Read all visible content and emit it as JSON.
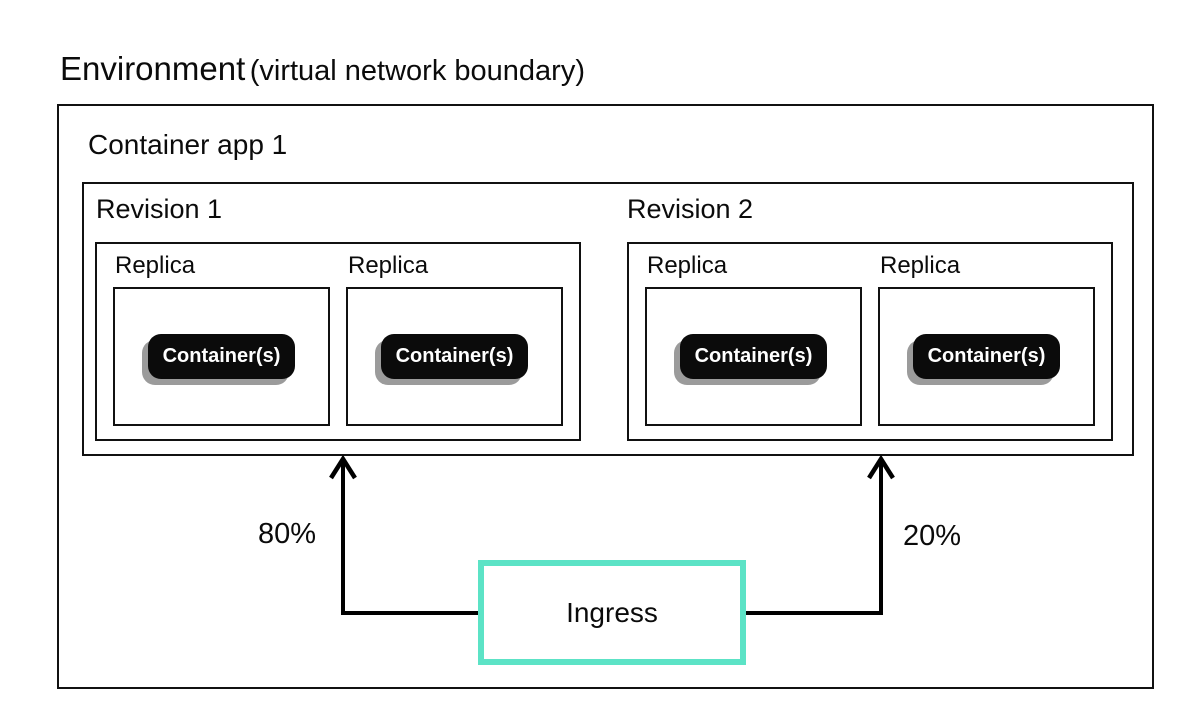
{
  "diagram_title": {
    "main": "Environment",
    "qualifier": "(virtual network boundary)"
  },
  "environment": {
    "container_app": {
      "label": "Container app 1",
      "revisions": [
        {
          "label": "Revision 1",
          "traffic_share": "80%",
          "replicas": [
            {
              "label": "Replica",
              "containers_label": "Container(s)"
            },
            {
              "label": "Replica",
              "containers_label": "Container(s)"
            }
          ]
        },
        {
          "label": "Revision 2",
          "traffic_share": "20%",
          "replicas": [
            {
              "label": "Replica",
              "containers_label": "Container(s)"
            },
            {
              "label": "Replica",
              "containers_label": "Container(s)"
            }
          ]
        }
      ]
    },
    "ingress": {
      "label": "Ingress"
    }
  },
  "colors": {
    "ingress_border": "#5CE3C6",
    "container_pill_bg": "#0B0B0B",
    "container_pill_shadow": "#9B9B9B",
    "box_border": "#111111",
    "arrow_line": "#000000"
  }
}
